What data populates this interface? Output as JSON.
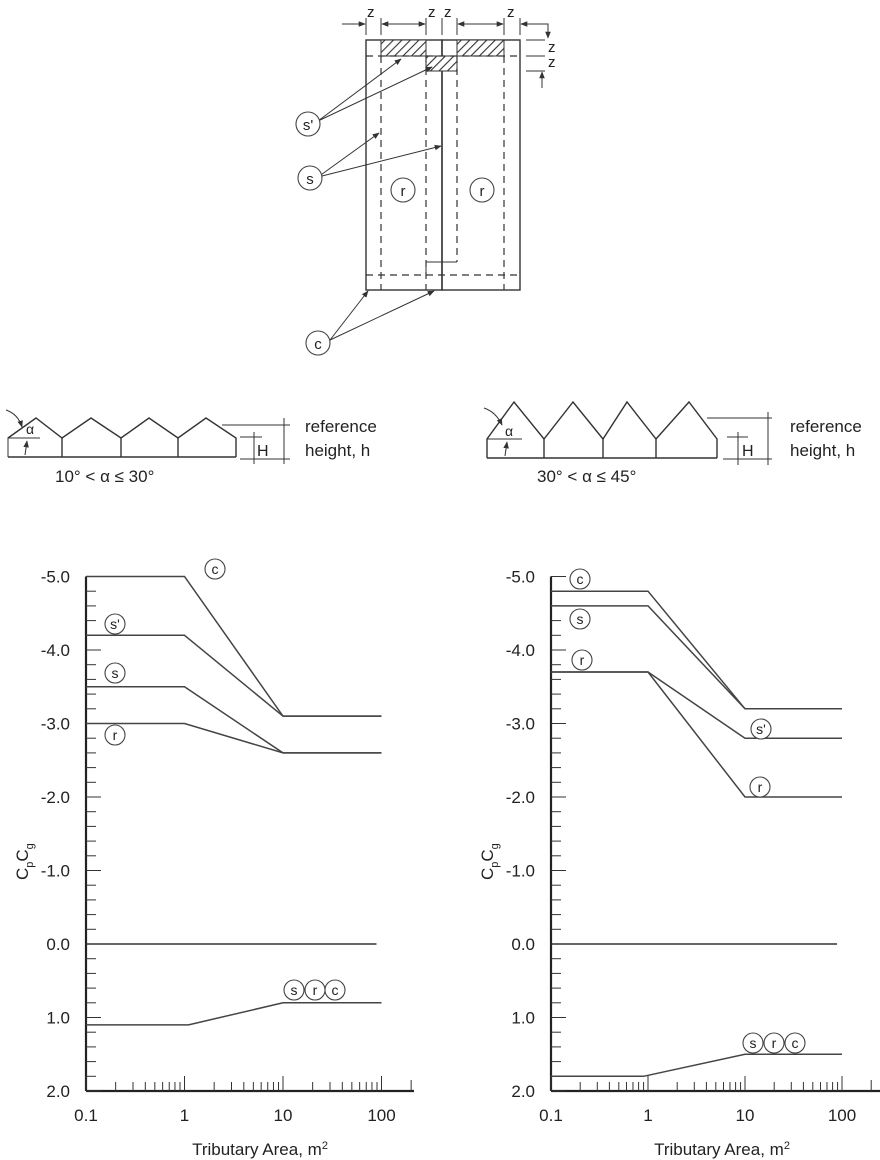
{
  "top_diagram": {
    "dimension_label": "z",
    "zone_labels": {
      "s_prime": "s'",
      "s": "s",
      "r": "r",
      "c": "c"
    }
  },
  "roof_profiles": [
    {
      "angle_range": "10° < α ≤ 30°",
      "alpha": "α",
      "H_label": "H",
      "ref_line1": "reference",
      "ref_line2": "height, h"
    },
    {
      "angle_range": "30° < α ≤ 45°",
      "alpha": "α",
      "H_label": "H",
      "ref_line1": "reference",
      "ref_line2": "height, h"
    }
  ],
  "chart_data": [
    {
      "type": "line",
      "title": "10° < α ≤ 30°",
      "xlabel": "Tributary Area, m²",
      "ylabel": "CpCg",
      "xscale": "log",
      "xlim": [
        0.1,
        100
      ],
      "ylim": [
        -5.0,
        2.0
      ],
      "y_inverted": true,
      "xticks": [
        "0.1",
        "1",
        "10",
        "100"
      ],
      "yticks": [
        "-5.0",
        "-4.0",
        "-3.0",
        "-2.0",
        "-1.0",
        "0.0",
        "1.0",
        "2.0"
      ],
      "series": [
        {
          "name": "c",
          "x": [
            0.1,
            1,
            10,
            100
          ],
          "y": [
            -5.0,
            -5.0,
            -3.1,
            -3.1
          ]
        },
        {
          "name": "s'",
          "x": [
            0.1,
            1,
            10,
            100
          ],
          "y": [
            -4.2,
            -4.2,
            -3.1,
            -3.1
          ]
        },
        {
          "name": "s",
          "x": [
            0.1,
            1,
            10,
            100
          ],
          "y": [
            -3.5,
            -3.5,
            -2.6,
            -2.6
          ]
        },
        {
          "name": "r",
          "x": [
            0.1,
            1,
            10,
            100
          ],
          "y": [
            -3.0,
            -3.0,
            -2.6,
            -2.6
          ]
        },
        {
          "name": "s r c (positive)",
          "x": [
            0.1,
            1.1,
            10,
            100
          ],
          "y": [
            1.1,
            1.1,
            0.8,
            0.8
          ]
        }
      ],
      "annotations": [
        "c",
        "s'",
        "s",
        "r",
        "s r c"
      ]
    },
    {
      "type": "line",
      "title": "30° < α ≤ 45°",
      "xlabel": "Tributary Area, m²",
      "ylabel": "CpCg",
      "xscale": "log",
      "xlim": [
        0.1,
        100
      ],
      "ylim": [
        -5.0,
        2.0
      ],
      "y_inverted": true,
      "xticks": [
        "0.1",
        "1",
        "10",
        "100"
      ],
      "yticks": [
        "-5.0",
        "-4.0",
        "-3.0",
        "-2.0",
        "-1.0",
        "0.0",
        "1.0",
        "2.0"
      ],
      "series": [
        {
          "name": "c",
          "x": [
            0.1,
            1,
            10,
            100
          ],
          "y": [
            -4.8,
            -4.8,
            -3.2,
            -3.2
          ]
        },
        {
          "name": "s",
          "x": [
            0.1,
            1,
            10,
            100
          ],
          "y": [
            -4.6,
            -4.6,
            -3.2,
            -3.2
          ]
        },
        {
          "name": "s'",
          "x": [
            0.1,
            1,
            10,
            100
          ],
          "y": [
            -3.7,
            -3.7,
            -2.8,
            -2.8
          ]
        },
        {
          "name": "r",
          "x": [
            0.1,
            1,
            10,
            100
          ],
          "y": [
            -3.7,
            -3.7,
            -2.0,
            -2.0
          ]
        },
        {
          "name": "s r c (positive)",
          "x": [
            0.1,
            0.9,
            10,
            100
          ],
          "y": [
            1.8,
            1.8,
            1.5,
            1.5
          ]
        }
      ],
      "annotations": [
        "c",
        "s",
        "r",
        "s'",
        "r",
        "s r c"
      ]
    }
  ],
  "charts_text": {
    "left": {
      "xlabel": "Tributary Area, m",
      "sup": "2",
      "ylabel_C1": "C",
      "ylabel_p": "p",
      "ylabel_C2": "C",
      "ylabel_g": "g",
      "yticks": [
        "-5.0",
        "-4.0",
        "-3.0",
        "-2.0",
        "-1.0",
        "0.0",
        "1.0",
        "2.0"
      ],
      "xticks": [
        "0.1",
        "1",
        "10",
        "100"
      ]
    },
    "right": {
      "xlabel": "Tributary Area, m",
      "sup": "2",
      "ylabel_C1": "C",
      "ylabel_p": "p",
      "ylabel_C2": "C",
      "ylabel_g": "g",
      "yticks": [
        "-5.0",
        "-4.0",
        "-3.0",
        "-2.0",
        "-1.0",
        "0.0",
        "1.0",
        "2.0"
      ],
      "xticks": [
        "0.1",
        "1",
        "10",
        "100"
      ]
    }
  }
}
